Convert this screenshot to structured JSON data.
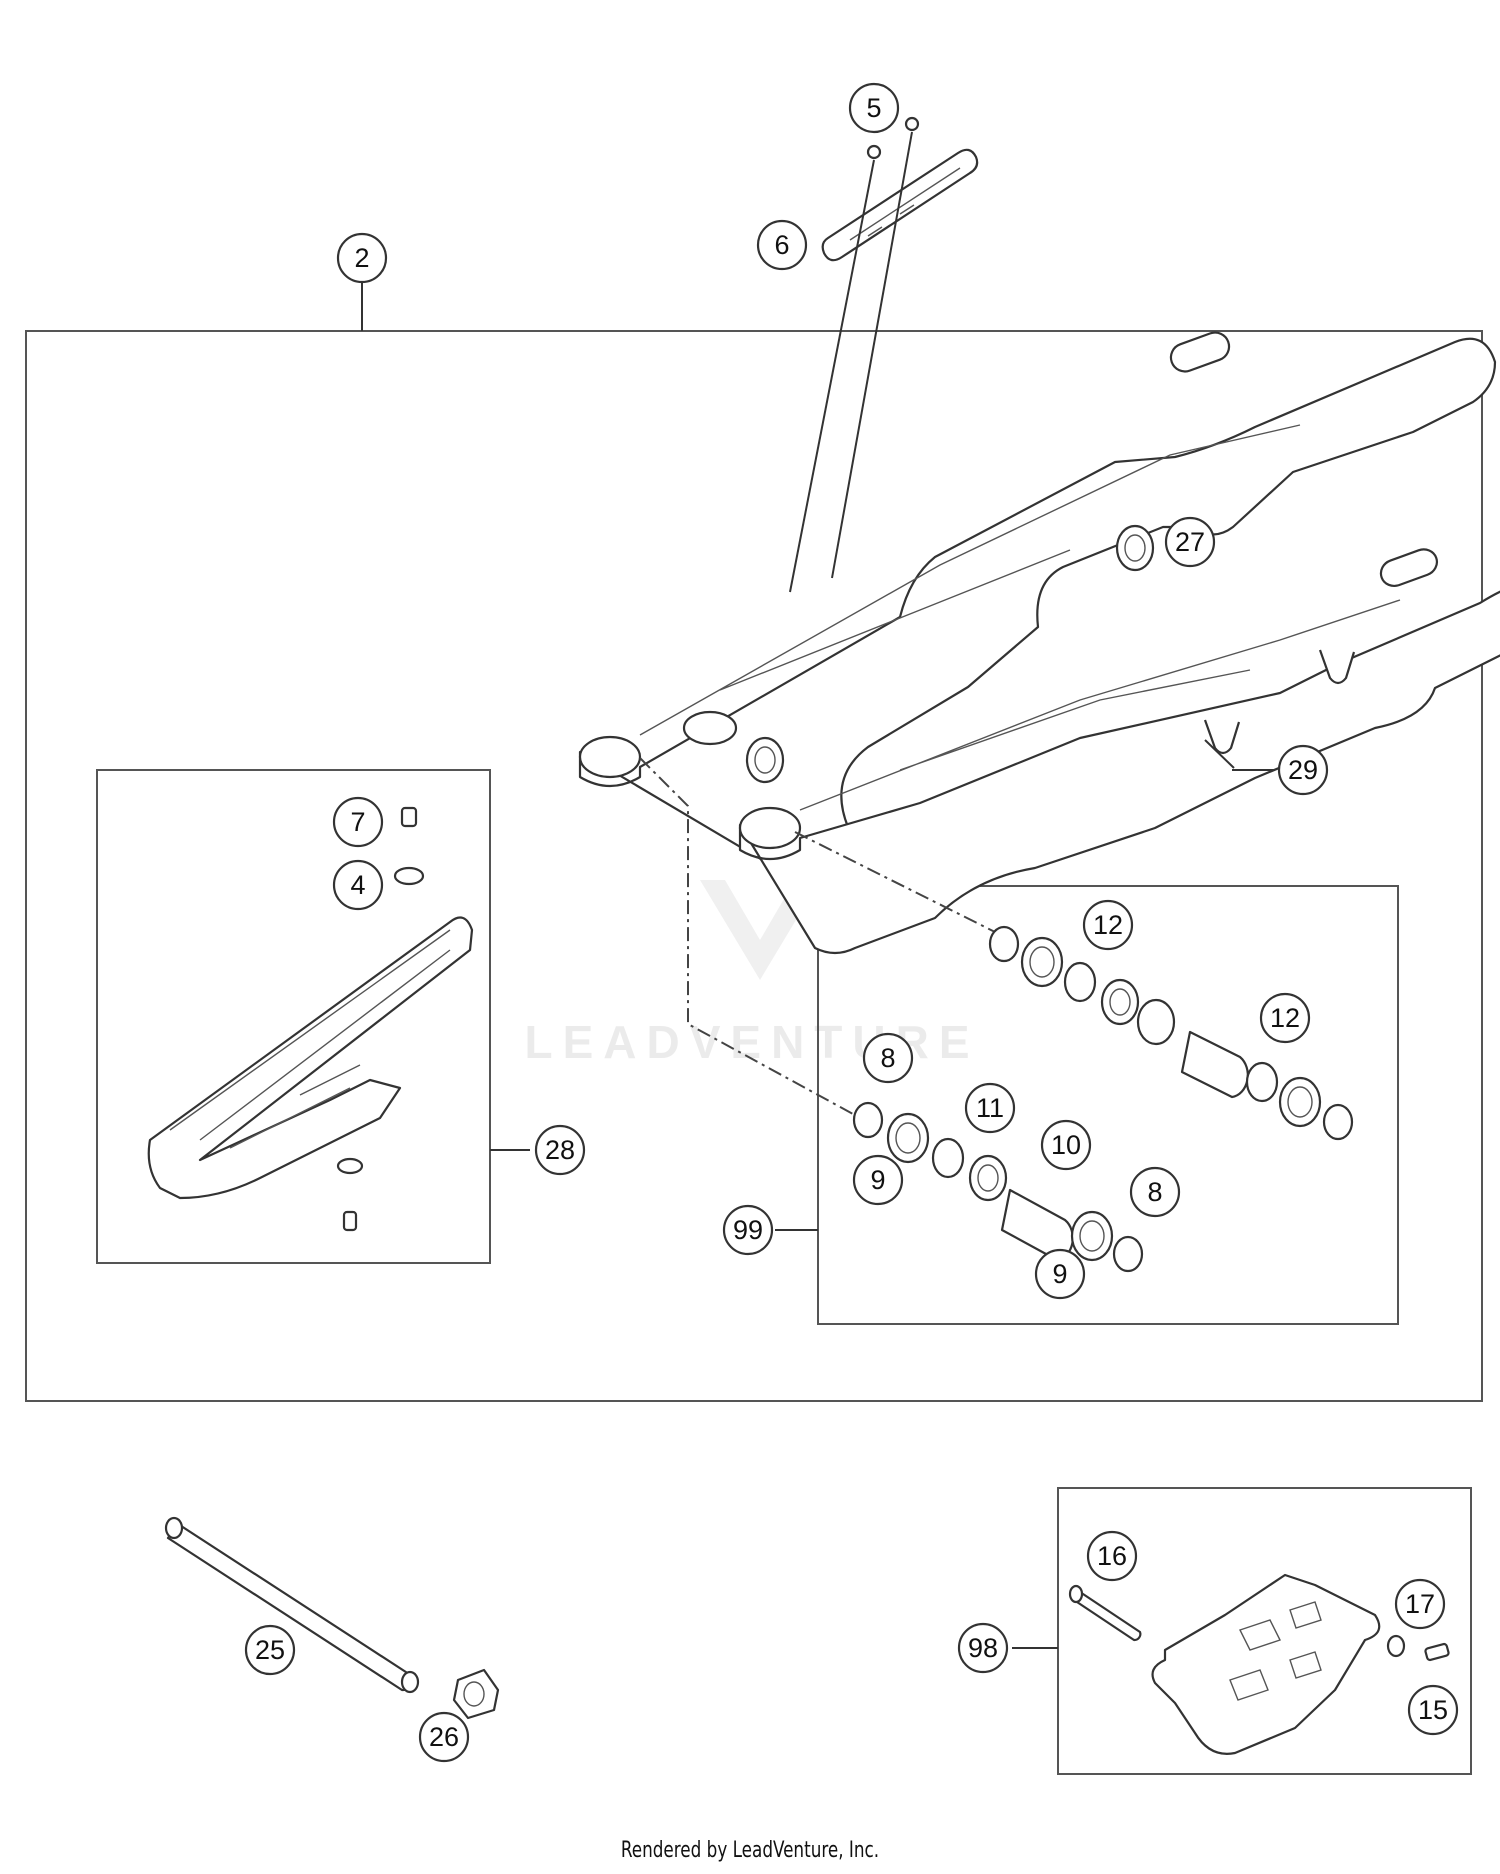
{
  "diagram": {
    "callouts": {
      "c2": "2",
      "c4": "4",
      "c5": "5",
      "c6": "6",
      "c7": "7",
      "c8a": "8",
      "c8b": "8",
      "c9a": "9",
      "c9b": "9",
      "c10": "10",
      "c11": "11",
      "c12a": "12",
      "c12b": "12",
      "c15": "15",
      "c16": "16",
      "c17": "17",
      "c25": "25",
      "c26": "26",
      "c27": "27",
      "c28": "28",
      "c29": "29",
      "c98": "98",
      "c99": "99"
    },
    "watermark": "LEADVENTURE"
  },
  "footer": {
    "text": "Rendered by LeadVenture, Inc."
  }
}
